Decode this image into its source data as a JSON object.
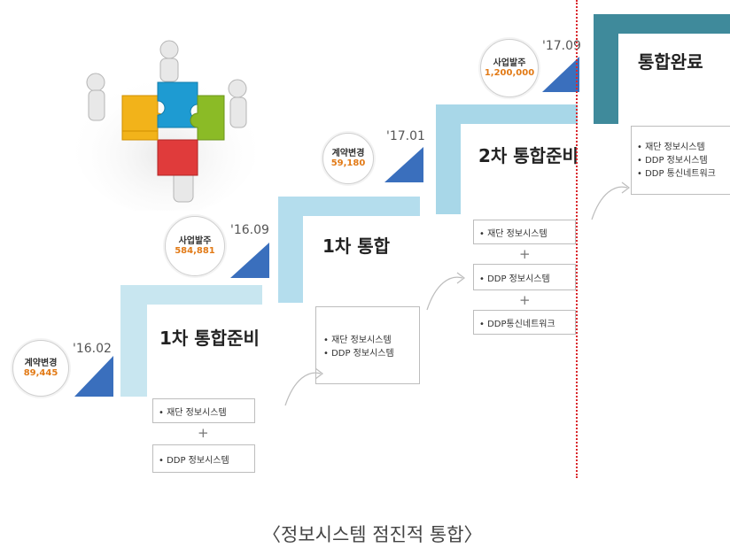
{
  "stages": [
    {
      "title": "1차 통합준비",
      "circle": {
        "label": "계약변경",
        "value": "89,445"
      },
      "date": "'16.02",
      "items": [
        "• 재단 정보시스템",
        "• DDP 정보시스템"
      ],
      "plus": "+"
    },
    {
      "title": "1차 통합",
      "circle": {
        "label": "사업발주",
        "value": "584,881"
      },
      "date": "'16.09",
      "items": [
        "• 재단 정보시스템",
        "• DDP 정보시스템"
      ]
    },
    {
      "title": "2차 통합준비",
      "circle": {
        "label": "계약변경",
        "value": "59,180"
      },
      "date": "'17.01",
      "items": [
        "• 재단 정보시스템",
        "• DDP 정보시스템",
        "• DDP통신네트워크"
      ],
      "plus": "+"
    },
    {
      "title": "통합완료",
      "circle": {
        "label": "사업발주",
        "value": "1,200,000"
      },
      "date": "'17.09",
      "items": [
        "• 재단 정보시스템",
        "• DDP 정보시스템",
        "• DDP 통신네트워크"
      ]
    }
  ],
  "caption": "〈정보시스템 점진적 통합〉",
  "colors": {
    "step_light": "#bfe1ec",
    "step_mid": "#a7d6e6",
    "step_dark": "#3f8a9b",
    "triangle": "#3a6fbd",
    "orange": "#e27a16",
    "dotted_line": "#d9262b"
  },
  "illustration": "puzzle-team-icon"
}
